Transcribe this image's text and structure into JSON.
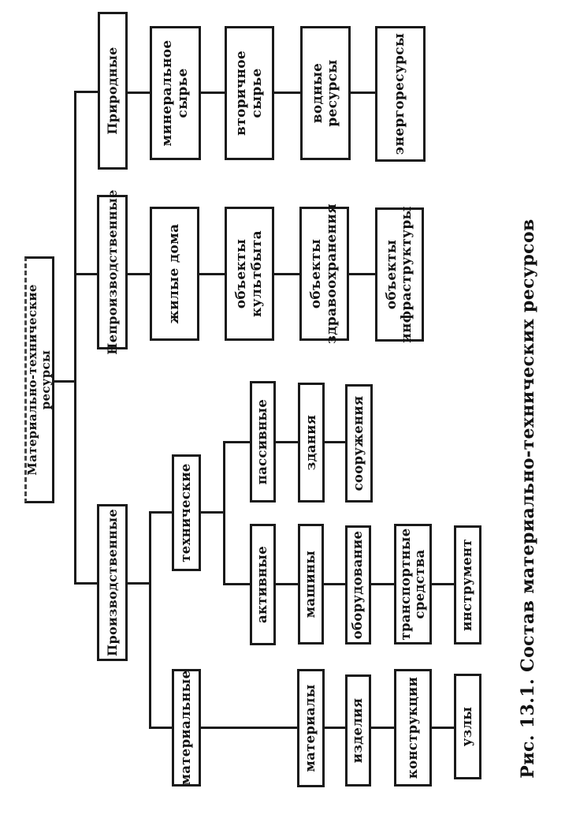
{
  "figure": {
    "caption": "Рис. 13.1. Состав материально-технических ресурсов",
    "ink_color": "#1a1a1a",
    "paper_color": "#ffffff",
    "orientation": "diagram rotated 90deg counter-clockwise on portrait page"
  },
  "nodes": {
    "root": {
      "label": "Материально-технические ресурсы"
    },
    "prirodnye": {
      "label": "Природные"
    },
    "neproizvodstvennye": {
      "label": "Непроизводственные"
    },
    "proizvodstvennye": {
      "label": "Производственные"
    },
    "mineralnoe_syrye": {
      "label": "минеральное сырье"
    },
    "vtorichnoe_syrye": {
      "label": "вторичное сырье"
    },
    "vodnye_resursy": {
      "label": "водные ресурсы"
    },
    "energoresursy": {
      "label": "энергоресурсы"
    },
    "zhilye_doma": {
      "label": "жилые дома"
    },
    "obekty_kultbyta": {
      "label": "объекты культбыта"
    },
    "obekty_zdravookhraneniya": {
      "label": "объекты здравоохранения"
    },
    "obekty_infrastruktury": {
      "label": "объекты инфраструктуры"
    },
    "tekhnicheskie": {
      "label": "технические"
    },
    "materialnye": {
      "label": "материальные"
    },
    "passivnye": {
      "label": "пассивные"
    },
    "aktivnye": {
      "label": "активные"
    },
    "zdaniya": {
      "label": "здания"
    },
    "sooruzheniya": {
      "label": "сооружения"
    },
    "mashiny": {
      "label": "машины"
    },
    "oborudovanie": {
      "label": "оборудование"
    },
    "transportnye_sredstva": {
      "label": "транспортные средства"
    },
    "instrument": {
      "label": "инструмент"
    },
    "materialy": {
      "label": "материалы"
    },
    "izdeliya": {
      "label": "изделия"
    },
    "konstruktsii": {
      "label": "конструкции"
    },
    "uzly": {
      "label": "узлы"
    }
  },
  "hierarchy": {
    "Материально-технические ресурсы": {
      "Природные": [
        "минеральное сырье",
        "вторичное сырье",
        "водные ресурсы",
        "энергоресурсы"
      ],
      "Непроизводственные": [
        "жилые дома",
        "объекты культбыта",
        "объекты здравоохранения",
        "объекты инфраструктуры"
      ],
      "Производственные": {
        "технические": {
          "пассивные": [
            "здания",
            "сооружения"
          ],
          "активные": [
            "машины",
            "оборудование",
            "транспортные средства",
            "инструмент"
          ]
        },
        "материальные": [
          "материалы",
          "изделия",
          "конструкции",
          "узлы"
        ]
      }
    }
  }
}
